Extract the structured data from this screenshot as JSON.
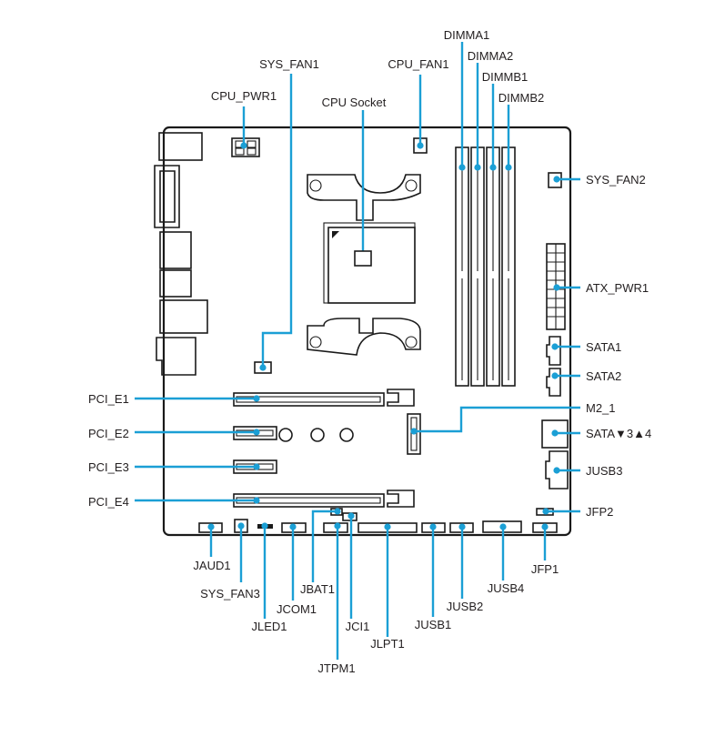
{
  "labels": {
    "dimma1": "DIMMA1",
    "dimma2": "DIMMA2",
    "dimmb1": "DIMMB1",
    "dimmb2": "DIMMB2",
    "sys_fan1": "SYS_FAN1",
    "cpu_fan1": "CPU_FAN1",
    "cpu_pwr1": "CPU_PWR1",
    "cpu_socket": "CPU Socket",
    "sys_fan2": "SYS_FAN2",
    "atx_pwr1": "ATX_PWR1",
    "sata1": "SATA1",
    "sata2": "SATA2",
    "m2_1": "M2_1",
    "sata34": "SATA▼3▲4",
    "jusb3": "JUSB3",
    "jfp2": "JFP2",
    "jfp1": "JFP1",
    "jusb4": "JUSB4",
    "jusb2": "JUSB2",
    "jusb1": "JUSB1",
    "jlpt1": "JLPT1",
    "jci1": "JCI1",
    "jtpm1": "JTPM1",
    "jbat1": "JBAT1",
    "jcom1": "JCOM1",
    "jled1": "JLED1",
    "sys_fan3": "SYS_FAN3",
    "jaud1": "JAUD1",
    "pci_e1": "PCI_E1",
    "pci_e2": "PCI_E2",
    "pci_e3": "PCI_E3",
    "pci_e4": "PCI_E4"
  },
  "colors": {
    "callout": "#1b9fd5",
    "outline": "#1a1a1a",
    "text": "#231f20",
    "background": "#ffffff"
  }
}
